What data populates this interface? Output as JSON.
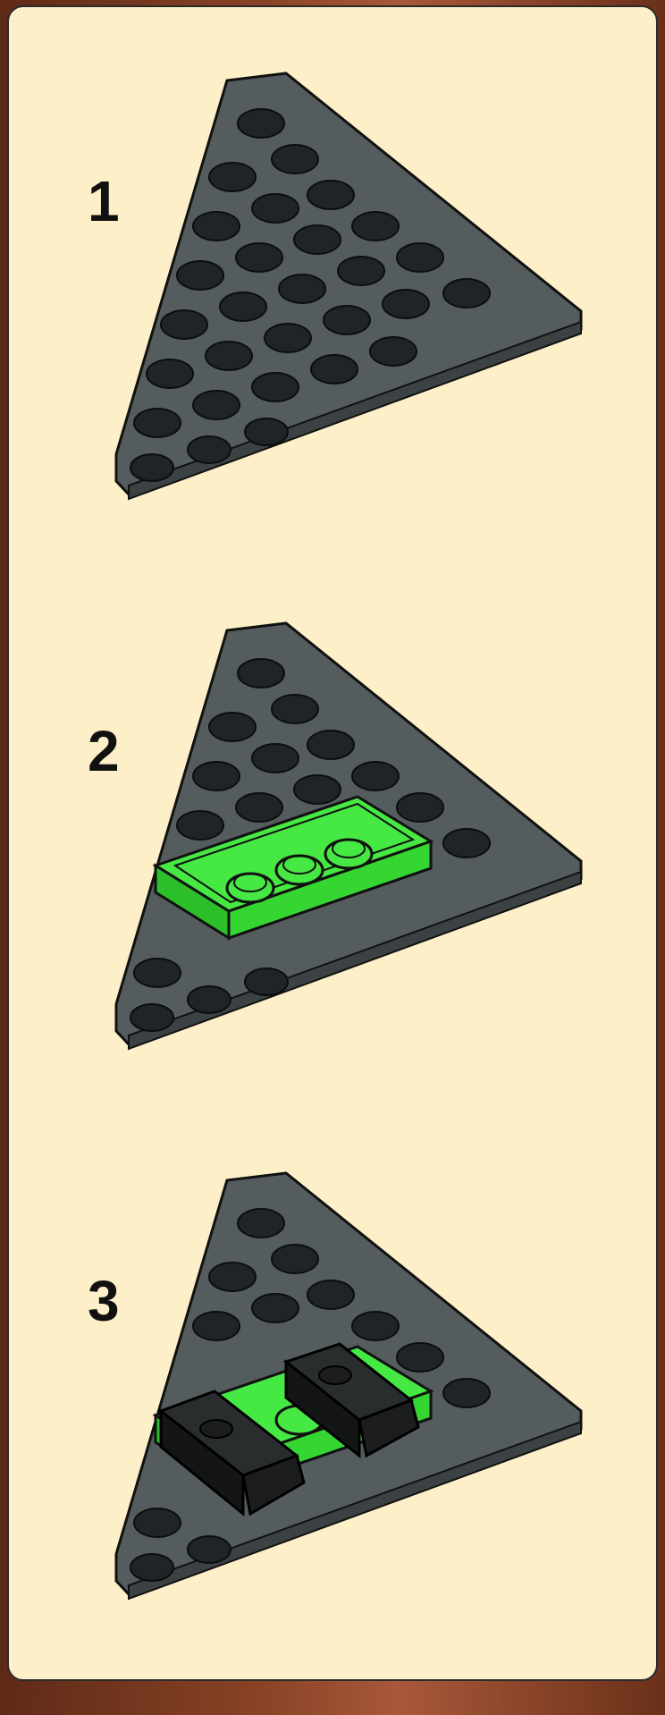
{
  "steps": [
    {
      "number": "1",
      "parts": [
        "wedge-plate"
      ]
    },
    {
      "number": "2",
      "parts": [
        "wedge-plate",
        "green-plate-1x3"
      ]
    },
    {
      "number": "3",
      "parts": [
        "wedge-plate",
        "green-plate-1x3",
        "black-hinge-parts"
      ]
    }
  ],
  "colors": {
    "panel_bg": "#fdf0c8",
    "wedge_plate": "#4a5052",
    "stud": "#1f2426",
    "green_plate": "#3ddc3a",
    "black_part": "#1b1d1e"
  }
}
